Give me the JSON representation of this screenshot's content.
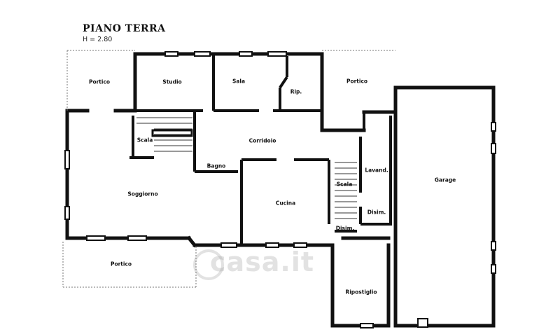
{
  "header": {
    "title": "PIANO TERRA",
    "height_note": "H = 2.80"
  },
  "rooms": {
    "portico_nw": "Portico",
    "studio": "Studio",
    "sala": "Sala",
    "rip": "Rip.",
    "portico_ne": "Portico",
    "scala": "Scala",
    "corridoio": "Corridoio",
    "bagno": "Bagno",
    "soggiorno": "Soggiorno",
    "cucina": "Cucina",
    "scala_small": "Scala",
    "lavand": "Lavand.",
    "disim_right": "Disim.",
    "disim_bottom": "Disim.",
    "garage": "Garage",
    "portico_sw": "Portico",
    "ripostiglio": "Ripostiglio"
  },
  "watermark": {
    "text": "casa.it"
  },
  "colors": {
    "wall": "#111111",
    "thin_line": "#555555",
    "watermark": "#969696"
  }
}
